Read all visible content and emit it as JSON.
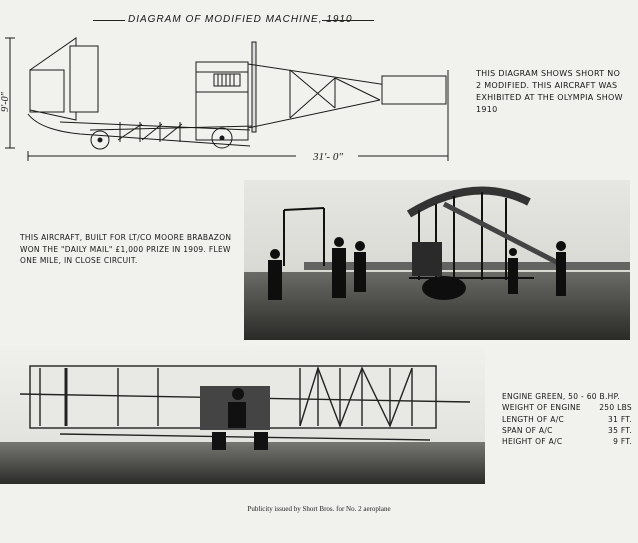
{
  "diagram": {
    "title": "DIAGRAM OF MODIFIED MACHINE, 1910",
    "height_dim": "9'-0\"",
    "length_dim": "31'- 0\""
  },
  "notes": {
    "top": "THIS DIAGRAM SHOWS SHORT No 2 MODIFIED. THIS AIRCRAFT WAS EXHIBITED AT THE OLYMPIA SHOW 1910",
    "middle": "THIS AIRCRAFT, BUILT FOR LT/CO MOORE BRABAZON WON THE \"DAILY MAIL\" £1,000 PRIZE IN 1909. FLEW ONE MILE, IN CLOSE CIRCUIT."
  },
  "specs": [
    {
      "label": "ENGINE GREEN, 50 - 60 B.HP.",
      "value": ""
    },
    {
      "label": "WEIGHT OF ENGINE",
      "value": "250 LBS"
    },
    {
      "label": "LENGTH OF A/C",
      "value": "31 FT."
    },
    {
      "label": "SPAN OF A/C",
      "value": "35 FT."
    },
    {
      "label": "HEIGHT OF A/C",
      "value": "9 FT."
    }
  ],
  "caption": "Publicity issued by Short Bros. for No. 2 aeroplane"
}
